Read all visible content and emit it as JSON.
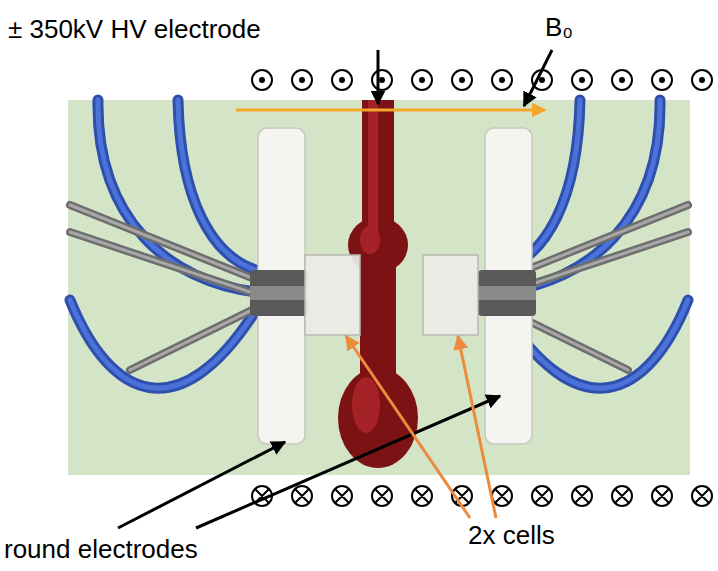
{
  "diagram": {
    "labels": [
      "± 350kV HV electrode",
      "B₀",
      "round electrodes",
      "2x cells"
    ]
  }
}
